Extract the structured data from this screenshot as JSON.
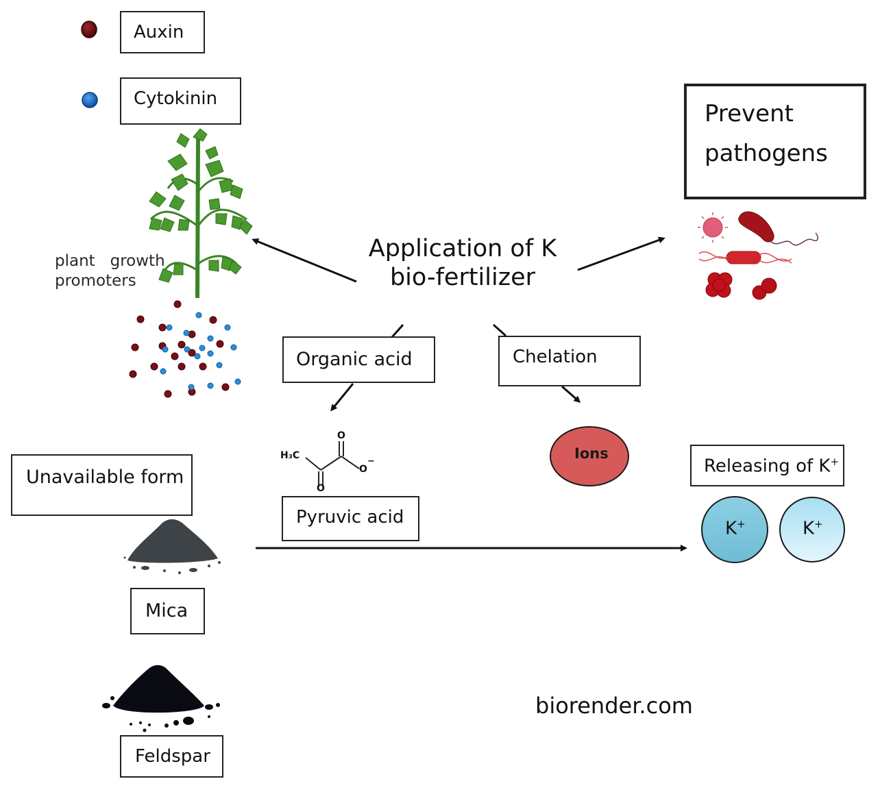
{
  "legend": {
    "items": [
      {
        "label": "Auxin",
        "color": "#6b0f14"
      },
      {
        "label": "Cytokinin",
        "color": "#1f6fc6"
      }
    ]
  },
  "plant": {
    "caption_line1": "plant   growth",
    "caption_line2": "promoters"
  },
  "center": {
    "line1": "Application of K",
    "line2": "bio-fertilizer"
  },
  "pathogens": {
    "line1": "Prevent",
    "line2": "pathogens"
  },
  "mechanisms": {
    "organic_acid": "Organic acid",
    "chelation": "Chelation",
    "ions": "Ions",
    "pyruvic_acid": "Pyruvic acid",
    "molecule": {
      "methyl": "H₃C",
      "o_top": "O",
      "o_minus": "O",
      "charge": "−",
      "o_bottom": "O"
    }
  },
  "sources": {
    "unavailable": "Unavailable form",
    "mica": "Mica",
    "feldspar": "Feldspar"
  },
  "release": {
    "title": "Releasing of K",
    "title_sup": "+",
    "ion_label": "K",
    "ion_sup": "+"
  },
  "credit": "biorender.com",
  "colors": {
    "ions_fill": "#d65a5a",
    "k_ion_fill_dark": "#7fc7dc",
    "k_ion_fill_light": "#c9ecf8",
    "plant_green": "#3f8f2a",
    "mica_fill": "#3d4347",
    "feldspar_fill": "#0a0a12",
    "pathogen_red": "#b3141c"
  }
}
